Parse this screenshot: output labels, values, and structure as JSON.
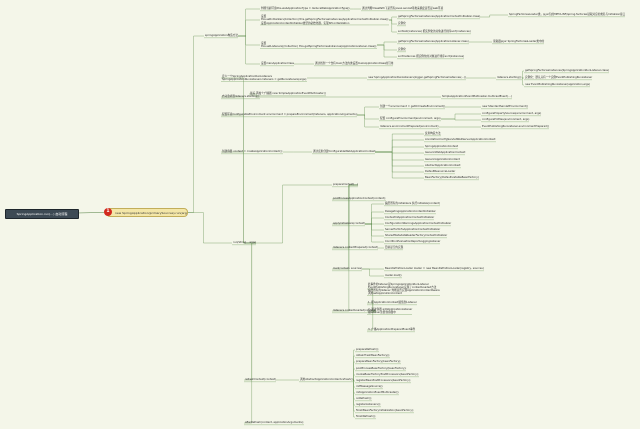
{
  "root": {
    "label": "SpringApplication.run(…) 启动流程"
  },
  "center": {
    "badge": "1",
    "label": "new SpringApplication(primarySources).run(args)"
  },
  "nodes": [
    {
      "id": "n1",
      "label": "springApplication构造方法"
    },
    {
      "id": "n2",
      "label": "判断当前环境this.webApplicationType = deduceWebApplicationType();"
    },
    {
      "id": "n3",
      "label": "通过判断ClassPath下是否有javax.servlet等类来确定是否是web环境"
    },
    {
      "id": "n4",
      "label": "设置\nthis.setInitializers(Collection) this.getSpringFactoriesInstances(ApplicationContextInitializer.class));\n设置ApplicationContextInitializer类型的初始化器，实现SPI-initialization"
    },
    {
      "id": "n5",
      "label": "getSpringFactoriesInstances(ApplicationContextInitializer.class)"
    },
    {
      "id": "n6",
      "label": "SpringFactoriesLoader类，从jar包的META-INF/spring.factories读取对应的类名与Initializer接口"
    },
    {
      "id": "n7",
      "label": "实例化"
    },
    {
      "id": "n8",
      "label": "sortList(instances) 把实例化的对象进行排序sort(instances)"
    },
    {
      "id": "n9",
      "label": "设置\nthis.setListeners((Collection) this.getSpringFactoriesInstances(ApplicationListener.class));"
    },
    {
      "id": "n10",
      "label": "getSpringFactoriesInstances(ApplicationListener.class)"
    },
    {
      "id": "n11",
      "label": "读取跟从jar SpringFactoriesLoader类中的"
    },
    {
      "id": "n12",
      "label": "实例化"
    },
    {
      "id": "n13",
      "label": "sortInstances 把实例化的对象进行排序sort(instances)"
    },
    {
      "id": "n14",
      "label": "设置mainApplicationClass"
    },
    {
      "id": "n15",
      "label": "通过找到一个含有main方法的类设置mainApplicationClass的引用"
    },
    {
      "id": "n16",
      "label": "定义一个SpringApplicationRunListeners\nSpringApplicationRunListeners listeners = getRunListeners(args);"
    },
    {
      "id": "n17",
      "label": "new SpringApplicationRunListeners(logger,getSpringFactoriesInstances(...))"
    },
    {
      "id": "n18",
      "label": "listeners.starting();"
    },
    {
      "id": "n19",
      "label": "getSpringFactoriesInstances(SpringApplicationRunListener.class)"
    },
    {
      "id": "n20",
      "label": "实例化：默认只有一个实例EventPublishingRunListener"
    },
    {
      "id": "n21",
      "label": "new EventPublishingRunListener(application,args)"
    },
    {
      "id": "n22",
      "label": "启动监听器listeners.starting();"
    },
    {
      "id": "n23",
      "label": "最后 再加个广播器 new SimpleApplicationEventMulticaster()"
    },
    {
      "id": "n24",
      "label": "SimpleApplicationEventMulticaster.multicastEvent(…)"
    },
    {
      "id": "n25",
      "label": "配置环境ConfigurableEnvironment environment = prepareEnvironment(listeners, applicationArguments);"
    },
    {
      "id": "n26",
      "label": "创建一个environment = getOrCreateEnvironment()"
    },
    {
      "id": "n27",
      "label": "new StandardServletEnvironment()"
    },
    {
      "id": "n28",
      "label": "配置 configureEnvironment(environment, args)"
    },
    {
      "id": "n29",
      "label": "configurePropertySources(environment, args)"
    },
    {
      "id": "n30",
      "label": "configureProfiles(environment, args)"
    },
    {
      "id": "n31",
      "label": "listeners.environmentPrepared(environment)"
    },
    {
      "id": "n32",
      "label": "EventPublishingRunListener.environmentPrepared()"
    },
    {
      "id": "n33",
      "label": "创建容器 context = createApplicationContext();"
    },
    {
      "id": "n34",
      "label": "通过反射创建ConfigurableWebApplicationContext"
    },
    {
      "id": "n35",
      "label": "反射构造方法"
    },
    {
      "id": "n36",
      "label": "AnnotationConfigServletWebServerApplicationContext"
    },
    {
      "id": "n37",
      "label": "SpringApplicationContext"
    },
    {
      "id": "n38",
      "label": "GenericWebApplicationContext"
    },
    {
      "id": "n39",
      "label": "GenericApplicationContext"
    },
    {
      "id": "n40",
      "label": "AbstractApplicationContext"
    },
    {
      "id": "n41",
      "label": "DefaultResourceLoader"
    },
    {
      "id": "n42",
      "label": "BeanFactory(DefaultListableBeanFactory)"
    },
    {
      "id": "n43",
      "label": "prepareContext(...)"
    },
    {
      "id": "n44",
      "label": "postProcessApplicationContext(context);"
    },
    {
      "id": "n45",
      "label": "run(String... args)"
    },
    {
      "id": "n46",
      "label": "applyInitializers(context)"
    },
    {
      "id": "n47",
      "label": "遍历所有的initializers 执行initialize(context)"
    },
    {
      "id": "n48",
      "label": "DelegatingApplicationContextInitializer"
    },
    {
      "id": "n49",
      "label": "ContextIdApplicationContextInitializer"
    },
    {
      "id": "n50",
      "label": "ConfigurationWarningsApplicationContextInitializer"
    },
    {
      "id": "n51",
      "label": "ServerPortInfoApplicationContextInitializer"
    },
    {
      "id": "n52",
      "label": "SharedMetadataReaderFactoryContextInitializer"
    },
    {
      "id": "n53",
      "label": "ConditionEvaluationReportLoggingListener"
    },
    {
      "id": "n54",
      "label": "listeners.contextPrepared(context)"
    },
    {
      "id": "n55",
      "label": "目前是空的实现"
    },
    {
      "id": "n56",
      "label": "load(context, sources)"
    },
    {
      "id": "n57",
      "label": "BeanDefinitionLoader loader = new BeanDefinitionLoader(registry, sources)"
    },
    {
      "id": "n58",
      "label": "loader.load();"
    },
    {
      "id": "n59",
      "label": "listeners.contextLoaded(context)"
    },
    {
      "id": "n60",
      "label": "此事件的listener是SpringApplicationRunListener\nEventPublishingRunListener实现了contextLoaded方法\n遍历所有的listener 判断是否实现ApplicationContextAware\n调用setApplicationContext"
    },
    {
      "id": "n61",
      "label": "1. 把ApplicationContext赋值到Listener"
    },
    {
      "id": "n62",
      "label": "2. 通过容器 addApplicationListener\n   把listener注册到容器中"
    },
    {
      "id": "n63",
      "label": "3. 广播ApplicationPreparedEvent事件"
    },
    {
      "id": "n64",
      "label": "refreshContext(context)"
    },
    {
      "id": "n65",
      "label": "调用AbstractApplicationContext.refresh()"
    },
    {
      "id": "n66",
      "label": "prepareRefresh();"
    },
    {
      "id": "n67",
      "label": "obtainFreshBeanFactory();"
    },
    {
      "id": "n68",
      "label": "prepareBeanFactory(beanFactory);"
    },
    {
      "id": "n69",
      "label": "postProcessBeanFactory(beanFactory);"
    },
    {
      "id": "n70",
      "label": "invokeBeanFactoryPostProcessors(beanFactory);"
    },
    {
      "id": "n71",
      "label": "registerBeanPostProcessors(beanFactory);"
    },
    {
      "id": "n72",
      "label": "initMessageSource();"
    },
    {
      "id": "n73",
      "label": "initApplicationEventMulticaster();"
    },
    {
      "id": "n74",
      "label": "onRefresh();"
    },
    {
      "id": "n75",
      "label": "registerListeners();"
    },
    {
      "id": "n76",
      "label": "finishBeanFactoryInitialization(beanFactory);"
    },
    {
      "id": "n77",
      "label": "finishRefresh();"
    },
    {
      "id": "n78",
      "label": "afterRefresh(context, applicationArguments);"
    }
  ]
}
